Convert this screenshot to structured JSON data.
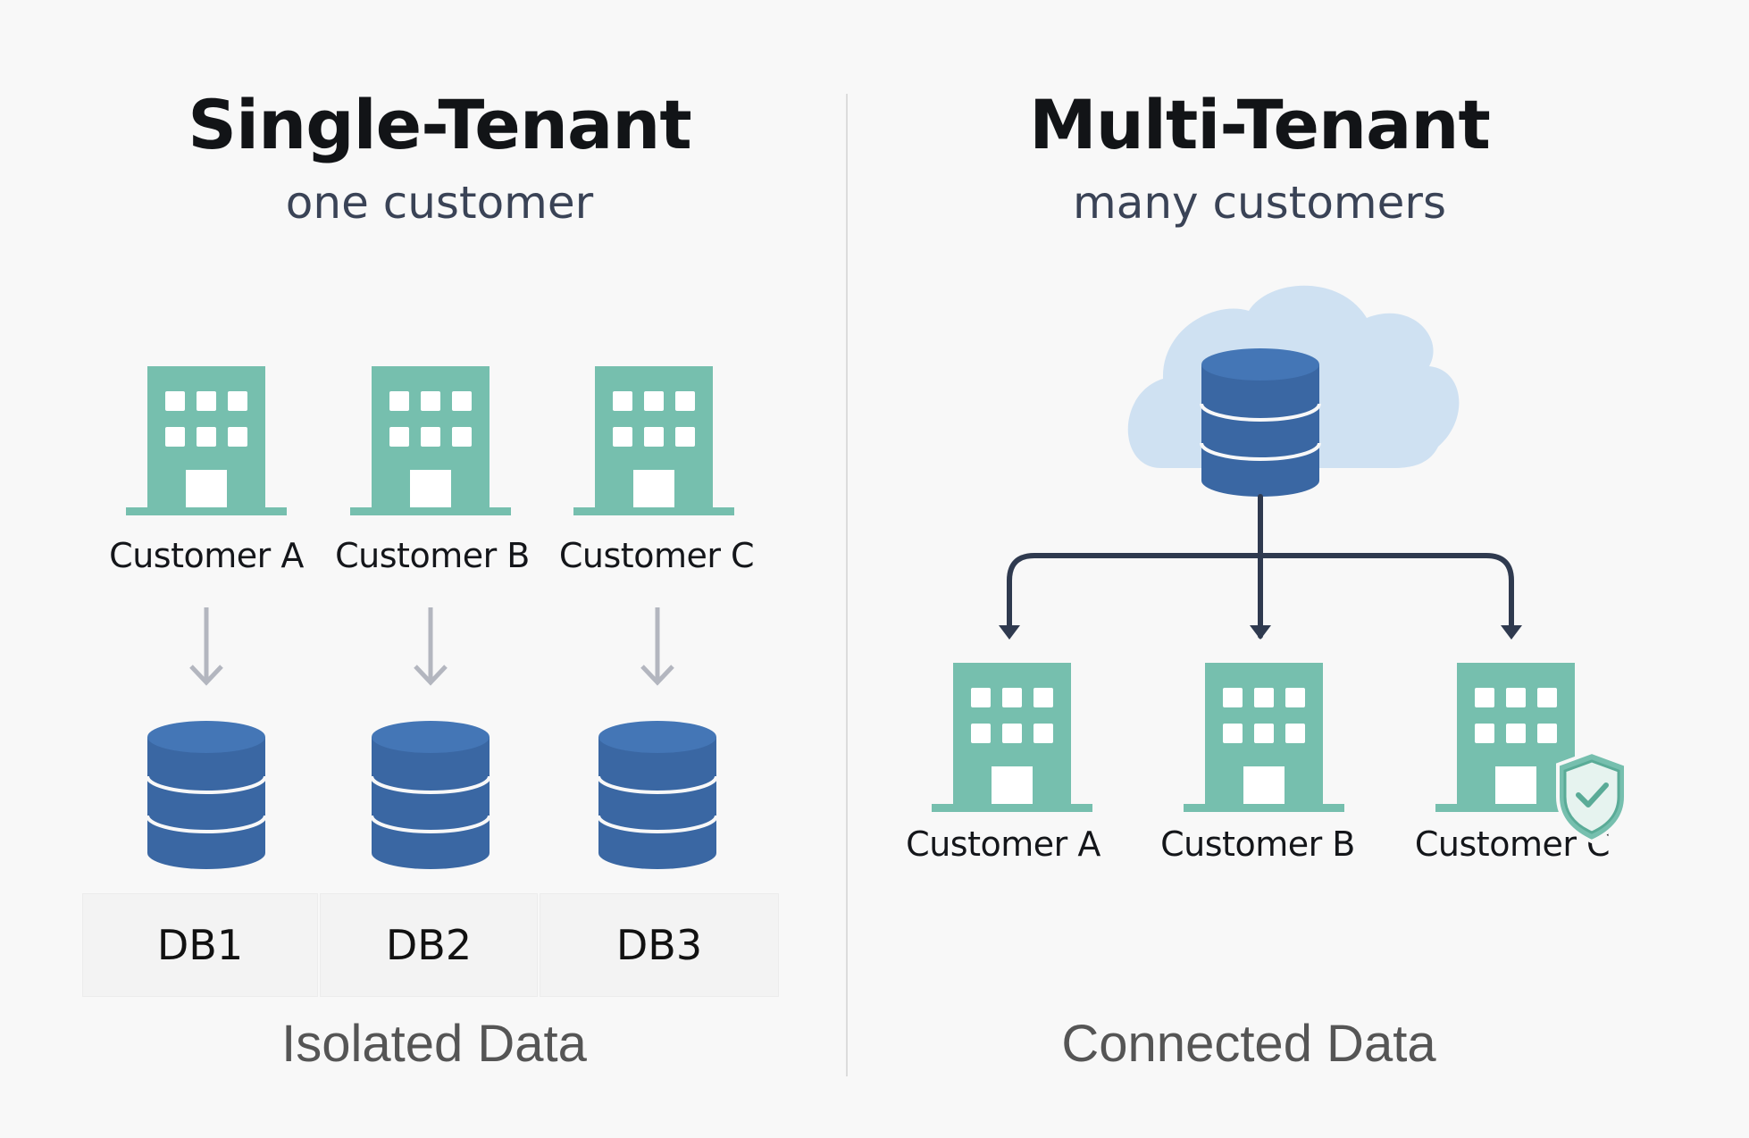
{
  "left": {
    "title": "Single-Tenant",
    "subtitle": "one customer",
    "customers": [
      "Customer A",
      "Customer B",
      "Customer C"
    ],
    "databases": [
      "DB1",
      "DB2",
      "DB3"
    ],
    "caption": "Isolated Data"
  },
  "right": {
    "title": "Multi-Tenant",
    "subtitle": "many customers",
    "customers": [
      "Customer A",
      "Customer B",
      "Customer C"
    ],
    "caption": "Connected Data"
  },
  "colors": {
    "building": "#76bfae",
    "database": "#3a67a3",
    "database_dark": "#2d578f",
    "cloud": "#cfe1f2",
    "arrow_gray": "#b3b6bf",
    "arrow_dark": "#2f3a4f"
  },
  "icons": {
    "building": "office-building-icon",
    "database": "database-icon",
    "cloud": "cloud-icon",
    "shield": "shield-check-icon"
  }
}
